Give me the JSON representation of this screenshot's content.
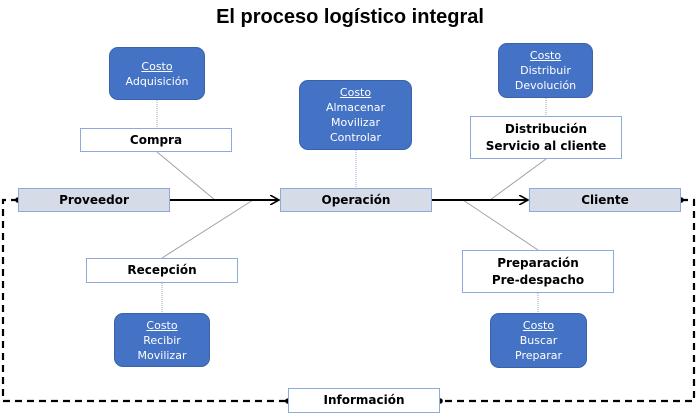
{
  "title": "El proceso logístico integral",
  "main_flow": {
    "proveedor": "Proveedor",
    "operacion": "Operación",
    "cliente": "Cliente"
  },
  "stages": {
    "compra": [
      "Compra"
    ],
    "recepcion": [
      "Recepción"
    ],
    "distribucion": [
      "Distribución",
      "Servicio al cliente"
    ],
    "preparacion": [
      "Preparación",
      "Pre-despacho"
    ],
    "informacion": [
      "Información"
    ]
  },
  "costs": {
    "adquisicion": {
      "heading": "Costo",
      "items": [
        "Adquisición"
      ]
    },
    "operacion": {
      "heading": "Costo",
      "items": [
        "Almacenar",
        "Movilizar",
        "Controlar"
      ]
    },
    "distribucion": {
      "heading": "Costo",
      "items": [
        "Distribuir",
        "Devolución"
      ]
    },
    "recepcion": {
      "heading": "Costo",
      "items": [
        "Recibir",
        "Movilizar"
      ]
    },
    "preparacion": {
      "heading": "Costo",
      "items": [
        "Buscar",
        "Preparar"
      ]
    }
  },
  "colors": {
    "cost_fill": "#4472c4",
    "main_fill": "#d5dce8",
    "border": "#8eaadb"
  }
}
